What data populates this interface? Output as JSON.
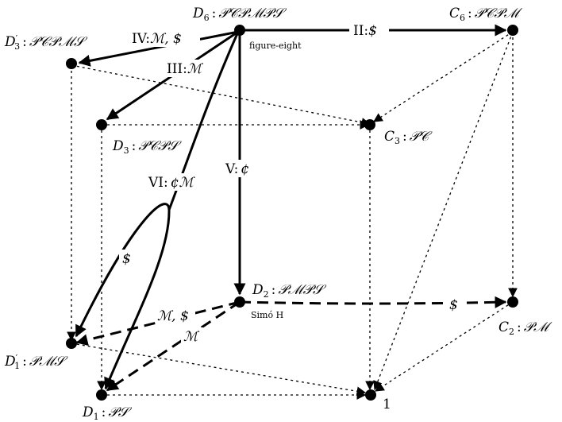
{
  "nodes": {
    "D6": {
      "name": "D",
      "sub": "6",
      "prime": "",
      "colon": ":",
      "label": "𝒫𝒞𝒫ℳ𝒫𝒮"
    },
    "C6": {
      "name": "C",
      "sub": "6",
      "prime": "",
      "colon": ":",
      "label": "𝒫𝒞𝒫ℳ"
    },
    "D3p": {
      "name": "D",
      "sub": "3",
      "prime": "′",
      "colon": ":",
      "label": "𝒫𝒞𝒫ℳ𝒮"
    },
    "D3": {
      "name": "D",
      "sub": "3",
      "prime": "",
      "colon": ":",
      "label": "𝒫𝒞𝒫𝒮"
    },
    "C3": {
      "name": "C",
      "sub": "3",
      "prime": "",
      "colon": ":",
      "label": "𝒫𝒞"
    },
    "D2": {
      "name": "D",
      "sub": "2",
      "prime": "",
      "colon": ":",
      "label": "𝒫ℳ𝒫𝒮"
    },
    "C2": {
      "name": "C",
      "sub": "2",
      "prime": "",
      "colon": ":",
      "label": "𝒫ℳ"
    },
    "D1p": {
      "name": "D",
      "sub": "1",
      "prime": "′",
      "colon": ":",
      "label": "𝒫ℳ𝒮"
    },
    "D1": {
      "name": "D",
      "sub": "1",
      "prime": "",
      "colon": ":",
      "label": "𝒫𝒮"
    },
    "one": {
      "label": "1"
    }
  },
  "annotations": {
    "figure_eight": "figure-eight",
    "simo_h": "Simó H"
  },
  "edges": {
    "II": {
      "roman": "II:",
      "sym": "$"
    },
    "III": {
      "roman": "III:",
      "sym": "ℳ"
    },
    "IV": {
      "roman": "IV:",
      "sym": "ℳ, $"
    },
    "V": {
      "roman": "V:",
      "sym": "¢"
    },
    "VI": {
      "roman": "VI:",
      "sym": "¢ℳ"
    },
    "loop_dollar": {
      "sym": "$"
    },
    "d2_d1p": {
      "sym": "ℳ, $"
    },
    "d2_d1": {
      "sym": "ℳ"
    },
    "d2_c2": {
      "sym": "$"
    }
  }
}
